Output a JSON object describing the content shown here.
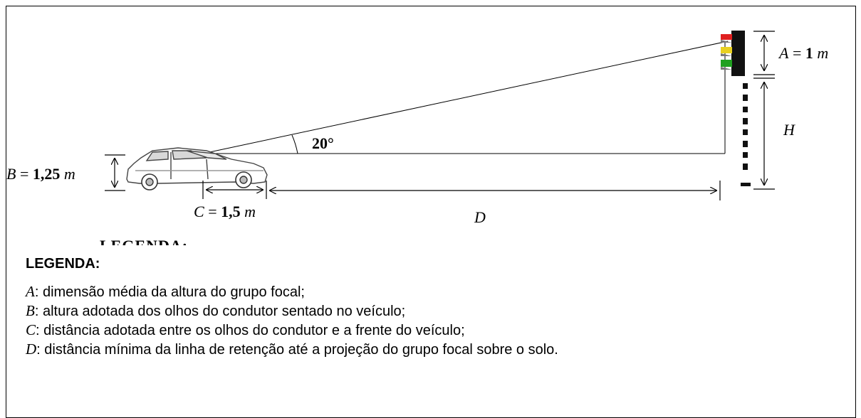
{
  "labels": {
    "a_sym": "A",
    "a_eq": " = ",
    "a_val": "1",
    "a_unit": " m",
    "h_sym": "H",
    "b_sym": "B",
    "b_eq": " = ",
    "b_val": "1,25",
    "b_unit": " m",
    "c_sym": "C",
    "c_eq": " = ",
    "c_val": "1,5",
    "c_unit": " m",
    "d_sym": "D",
    "angle": "20°"
  },
  "legend": {
    "ghost_text": "LEGENDA:",
    "title": "LEGENDA:",
    "items": [
      {
        "symbol": "A",
        "text": ": dimensão média da altura do grupo focal;"
      },
      {
        "symbol": "B",
        "text": ": altura adotada dos olhos do condutor sentado no veículo;"
      },
      {
        "symbol": "C",
        "text": ": distância adotada entre os olhos do condutor e a frente do veículo;"
      },
      {
        "symbol": "D",
        "text": ": distância mínima da linha de retenção até a projeção do grupo focal sobre o solo."
      }
    ]
  },
  "colors": {
    "light_red": "#e02020",
    "light_yellow": "#e8d020",
    "light_green": "#20a020",
    "signal_housing": "#111111"
  }
}
